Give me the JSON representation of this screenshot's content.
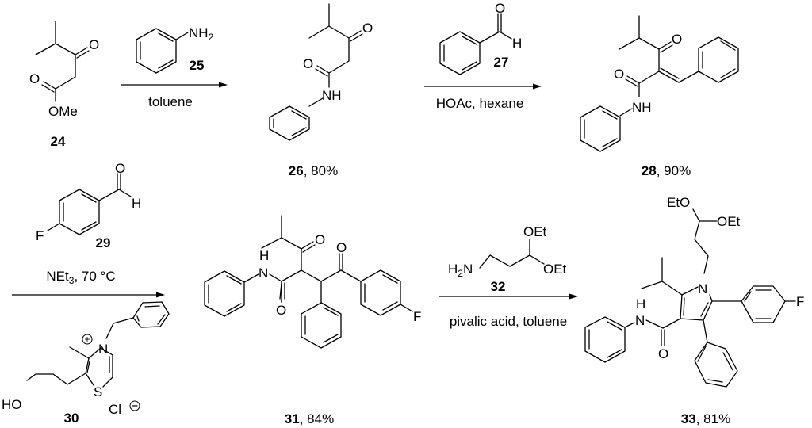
{
  "scheme": {
    "compounds": [
      {
        "id": "24",
        "label": "24",
        "role": "starting material",
        "atoms": {
          "O_ketone": "O",
          "O_ester": "O",
          "OMe": "OMe"
        }
      },
      {
        "id": "25",
        "label": "25",
        "role": "reagent",
        "atoms": {
          "NH2": "NH",
          "NH2_sub": "2"
        }
      },
      {
        "id": "26",
        "label": "26",
        "yield": ", 80%",
        "atoms": {
          "O_ketone": "O",
          "O_amide": "O",
          "NH": "NH"
        }
      },
      {
        "id": "27",
        "label": "27",
        "role": "reagent",
        "atoms": {
          "O": "O",
          "H": "H"
        }
      },
      {
        "id": "28",
        "label": "28",
        "yield": ", 90%",
        "atoms": {
          "O_ketone": "O",
          "O_amide": "O",
          "NH": "NH"
        }
      },
      {
        "id": "29",
        "label": "29",
        "role": "reagent",
        "atoms": {
          "O": "O",
          "H": "H",
          "F": "F"
        }
      },
      {
        "id": "30",
        "label": "30",
        "role": "catalyst",
        "atoms": {
          "N": "N",
          "S": "S",
          "HO": "HO",
          "Cl": "Cl",
          "plus": "+",
          "minus": "−"
        }
      },
      {
        "id": "31",
        "label": "31",
        "yield": ", 84%",
        "atoms": {
          "H": "H",
          "N": "N",
          "O_amide": "O",
          "O_ketone1": "O",
          "O_ketone2": "O",
          "F": "F"
        }
      },
      {
        "id": "32",
        "label": "32",
        "role": "reagent",
        "atoms": {
          "H2N_H": "H",
          "H2N_sub": "2",
          "H2N_N": "N",
          "OEt1": "OEt",
          "OEt2": "OEt"
        }
      },
      {
        "id": "33",
        "label": "33",
        "yield": ", 81%",
        "atoms": {
          "EtO": "EtO",
          "OEt": "OEt",
          "N": "N",
          "H": "H",
          "NH_N": "N",
          "O": "O",
          "F": "F"
        }
      }
    ],
    "steps": [
      {
        "step": 1,
        "reagent": "25",
        "conditions": "toluene"
      },
      {
        "step": 2,
        "reagent": "27",
        "conditions": "HOAc, hexane"
      },
      {
        "step": 3,
        "reagent": "29",
        "conditions_main": "NEt",
        "conditions_sub": "3",
        "conditions_rest": ", 70 °C",
        "catalyst": "30"
      },
      {
        "step": 4,
        "reagent": "32",
        "conditions": "pivalic acid, toluene"
      }
    ]
  }
}
